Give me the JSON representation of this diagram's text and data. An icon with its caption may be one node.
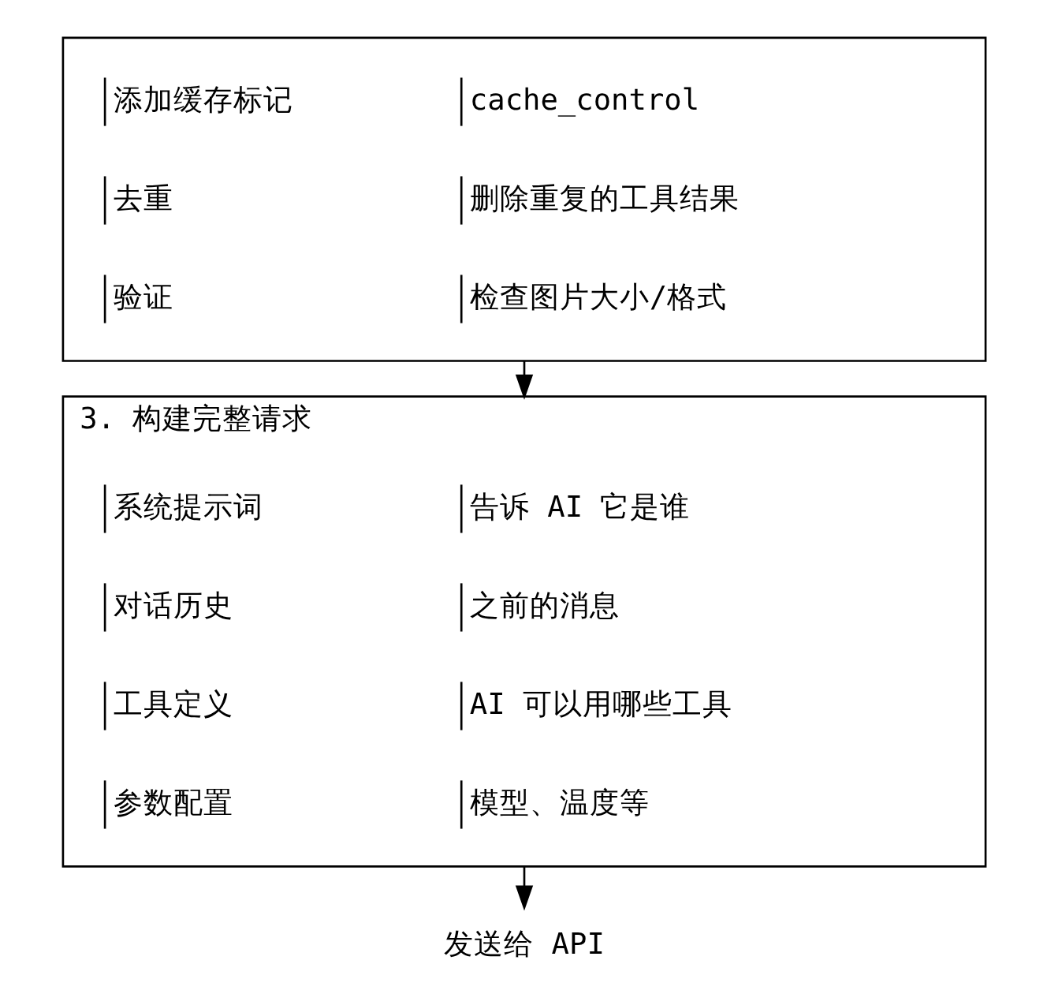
{
  "diagram": {
    "nodes": [
      {
        "text": [],
        "shape": "box"
      },
      {
        "text": [
          "添加缓存标记",
          "cache_control"
        ],
        "in": 0
      },
      {
        "text": [
          "去重",
          "删除重复的工具结果"
        ],
        "in": 0
      },
      {
        "text": [
          "验证",
          "检查图片大小/格式"
        ],
        "in": 0
      },
      {
        "text": [
          "3. 构建完整请求"
        ]
      },
      {
        "text": [
          "系统提示词",
          "告诉 AI 它是谁"
        ],
        "in": 4
      },
      {
        "text": [
          "对话历史",
          "之前的消息"
        ],
        "in": 4
      },
      {
        "text": [
          "工具定义",
          "AI 可以用哪些工具"
        ],
        "in": 4
      },
      {
        "text": [
          "参数配置",
          "模型、温度等"
        ],
        "in": 4
      },
      {
        "text": [
          "发送给 API"
        ]
      }
    ],
    "edges": [
      {
        "from": 0,
        "to": 4,
        "arrow": "to"
      },
      {
        "from": 4,
        "to": 9,
        "arrow": "to"
      }
    ]
  }
}
